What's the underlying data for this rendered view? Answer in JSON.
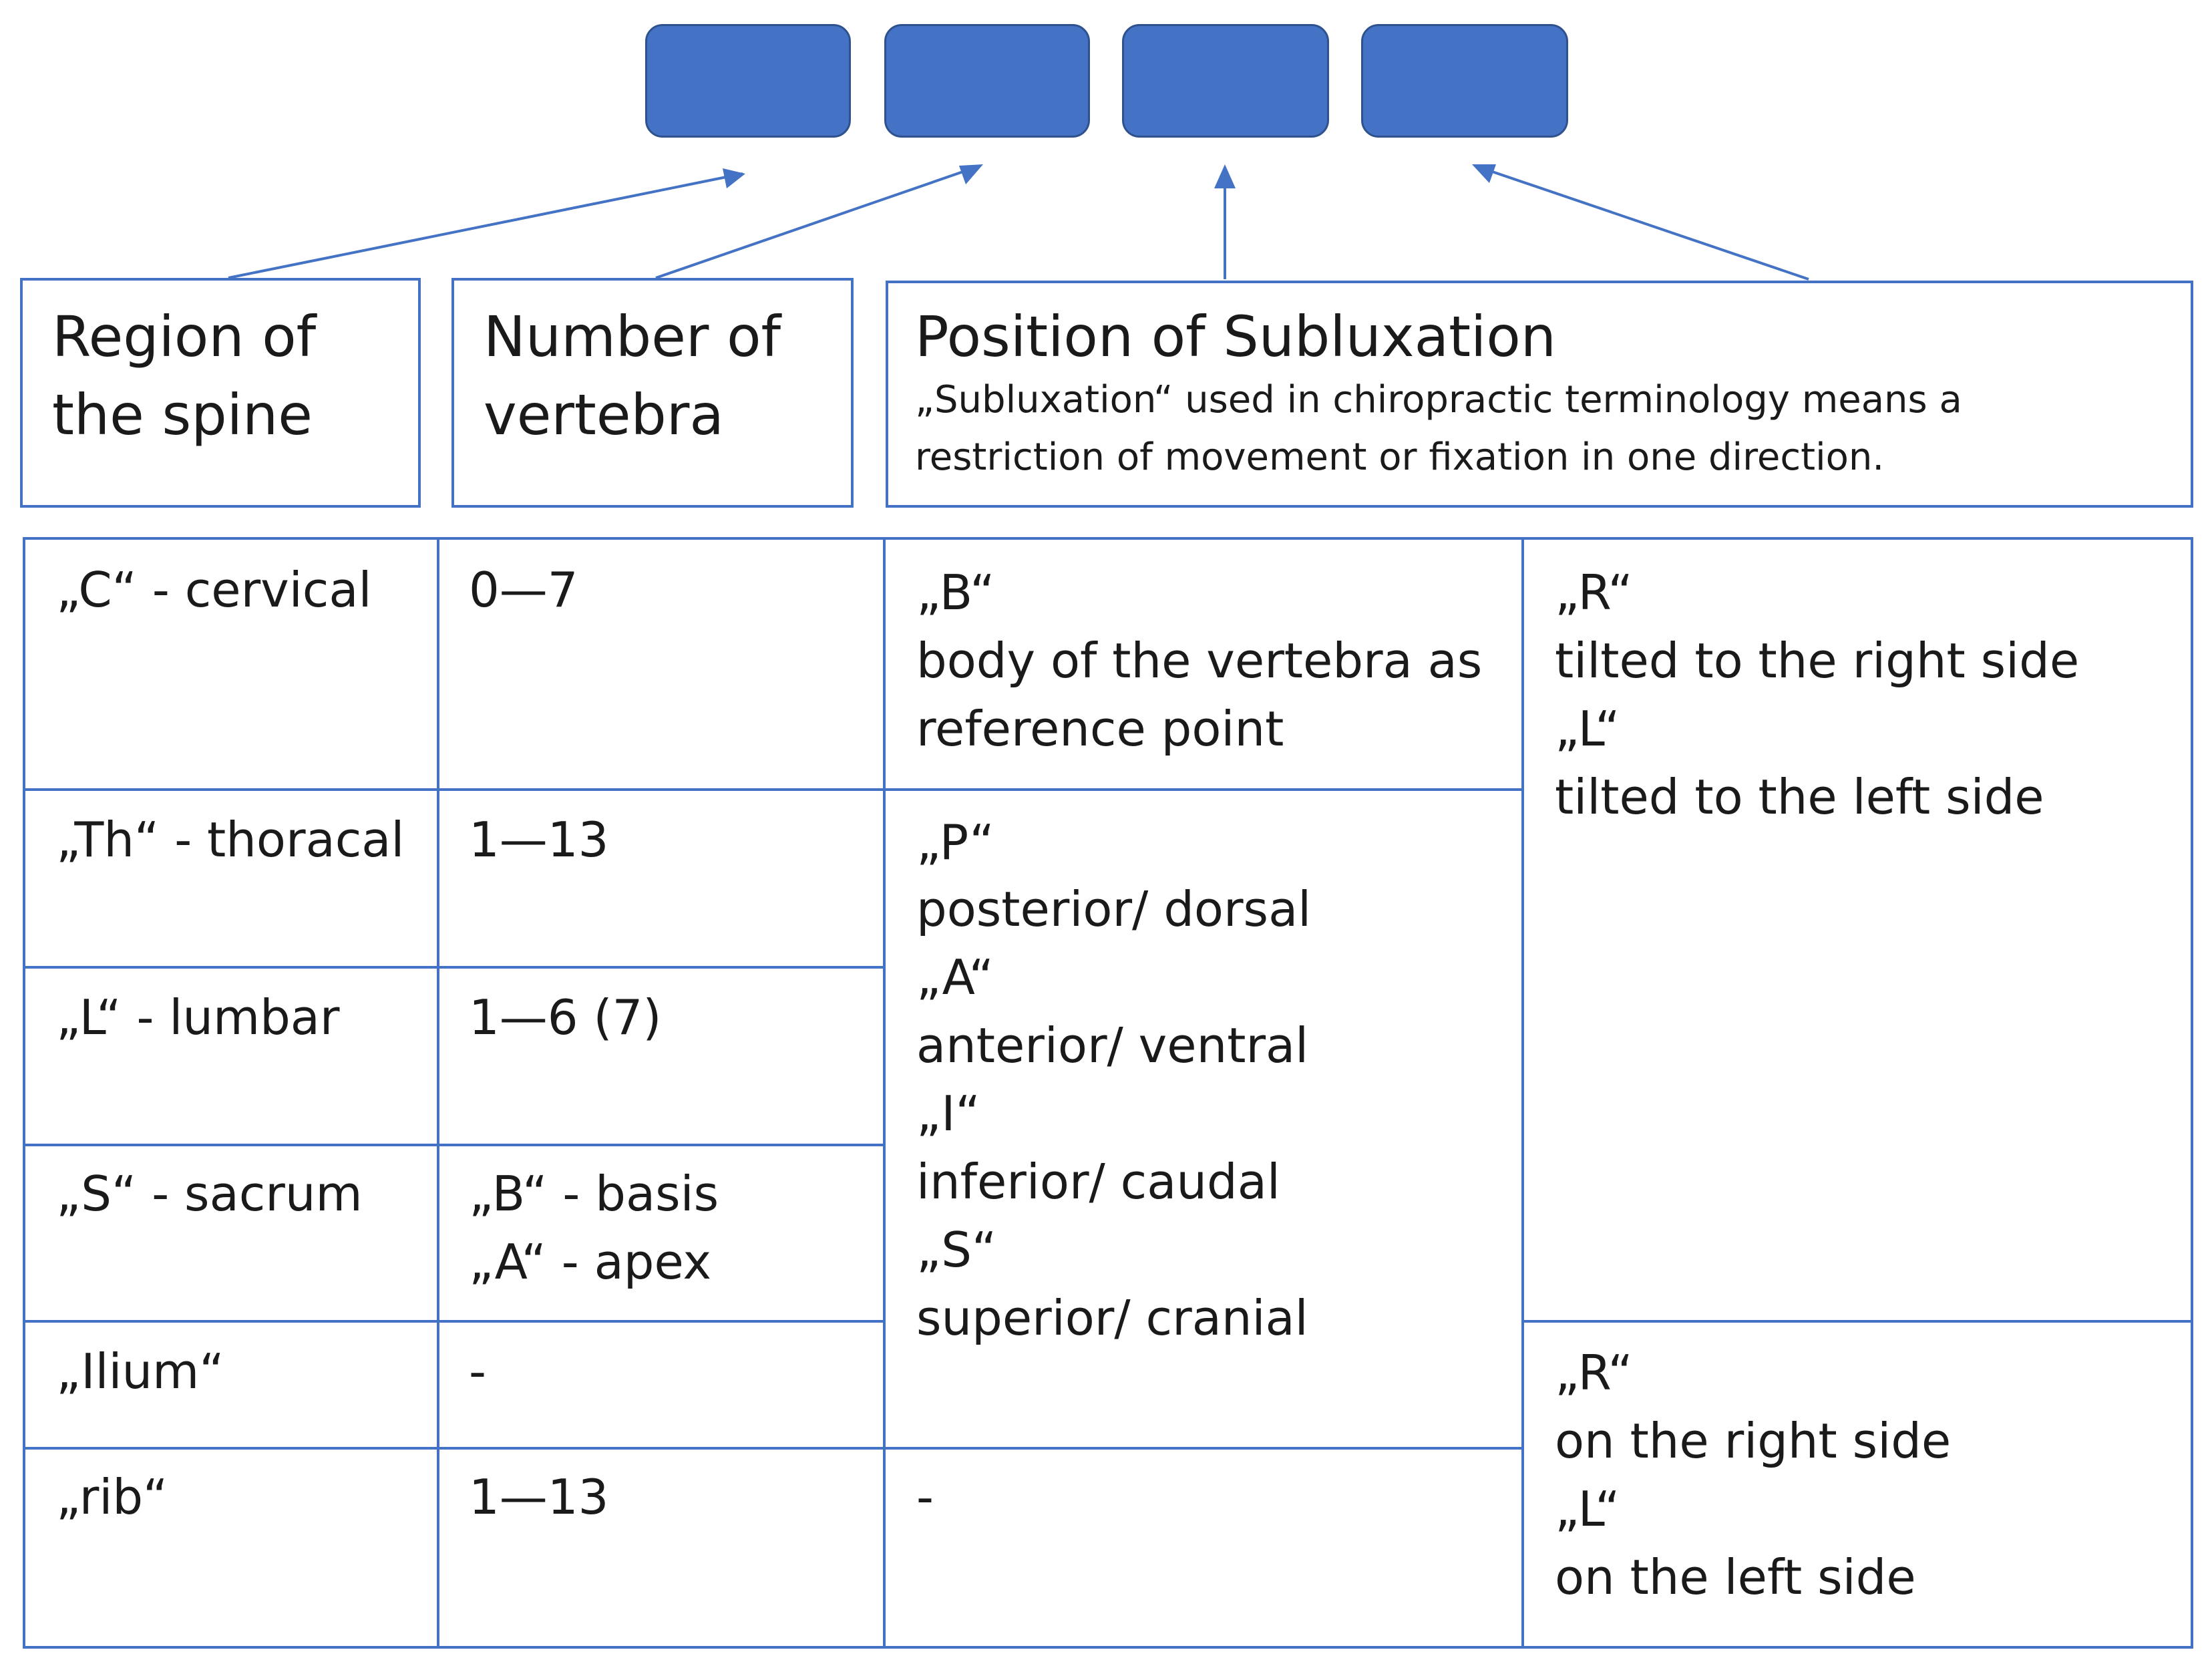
{
  "colors": {
    "accent": "#4472c4",
    "accent_border": "#2f528f",
    "text": "#1a1a1a",
    "background": "#ffffff"
  },
  "headers": {
    "region": "Region of\nthe spine",
    "number": "Number of\nvertebra",
    "position_title": "Position of Subluxation",
    "position_desc": "„Subluxation“ used in chiropractic terminology  means a restriction of movement  or fixation in one direction."
  },
  "rows": [
    {
      "region": "„C“ - cervical",
      "number": "0—7"
    },
    {
      "region": "„Th“ - thoracal",
      "number": "1—13"
    },
    {
      "region": "„L“ -  lumbar",
      "number": "1—6 (7)"
    },
    {
      "region": "„S“ - sacrum",
      "number_1": "„B“ - basis",
      "number_2": "„A“ - apex"
    },
    {
      "region": "„Ilium“",
      "number": "-"
    },
    {
      "region": "„rib“",
      "number": "1—13"
    }
  ],
  "position": {
    "body": [
      "„B“",
      "body of the vertebra as",
      "reference point"
    ],
    "directions": [
      "„P“",
      "posterior/ dorsal",
      "„A“",
      "anterior/ ventral",
      "„I“",
      "inferior/ caudal",
      "„S“",
      "superior/ cranial"
    ],
    "rib": "-"
  },
  "side": {
    "tilt": [
      "„R“",
      "tilted to the right side",
      "„L“",
      "tilted to the left side"
    ],
    "side": [
      "„R“",
      "on the right side",
      "„L“",
      "on the left side"
    ]
  }
}
